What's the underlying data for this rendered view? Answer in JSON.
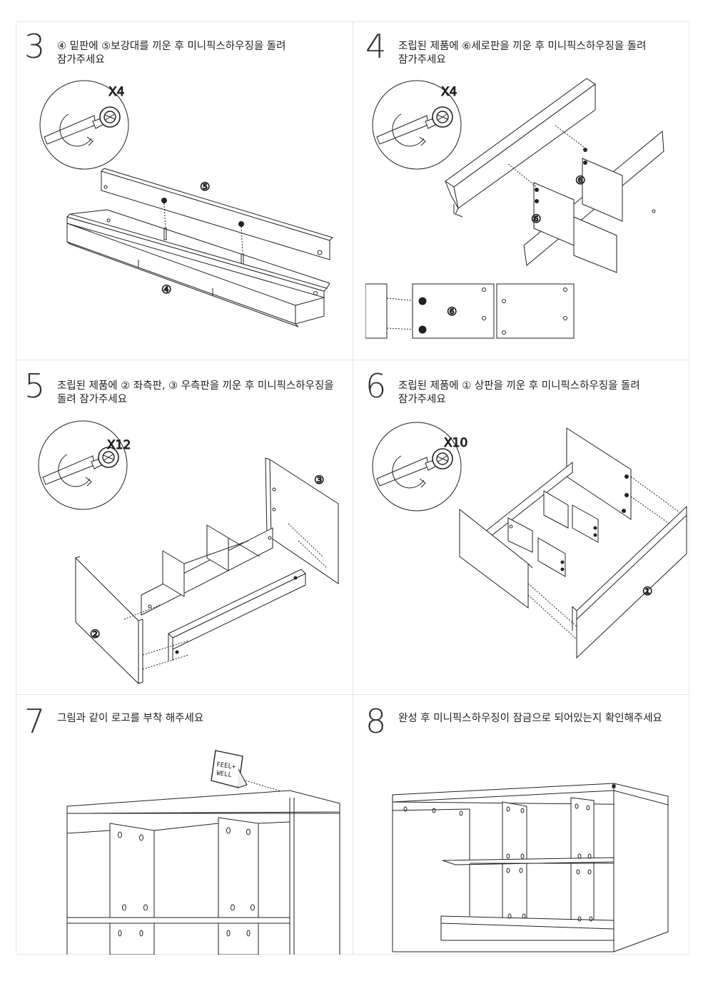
{
  "steps": [
    {
      "number": "3",
      "text": "④ 밑판에 ⑤보강대를 끼운 후 미니픽스하우징을 돌려\n잠가주세요",
      "quantity": "X4",
      "labels": [
        "⑤",
        "④"
      ]
    },
    {
      "number": "4",
      "text": "조립된 제품에 ⑥세로판을 끼운 후 미니픽스하우징을 돌려\n잠가주세요",
      "quantity": "X4",
      "labels": [
        "⑥",
        "⑥",
        "⑥"
      ]
    },
    {
      "number": "5",
      "text": "조립된 제품에 ② 좌측판, ③ 우측판을 끼운 후 미니픽스하우징을\n돌려 잠가주세요",
      "quantity": "X12",
      "labels": [
        "③",
        "②"
      ]
    },
    {
      "number": "6",
      "text": "조립된 제품에 ① 상판을 끼운 후 미니픽스하우징을 돌려\n잠가주세요",
      "quantity": "X10",
      "labels": [
        "①"
      ]
    },
    {
      "number": "7",
      "text": "그림과 같이 로고를 부착 해주세요",
      "logo_text": [
        "FEEL+",
        "WELL"
      ]
    },
    {
      "number": "8",
      "text": "완성 후 미니픽스하우징이 잠금으로 되어있는지 확인해주세요"
    }
  ]
}
